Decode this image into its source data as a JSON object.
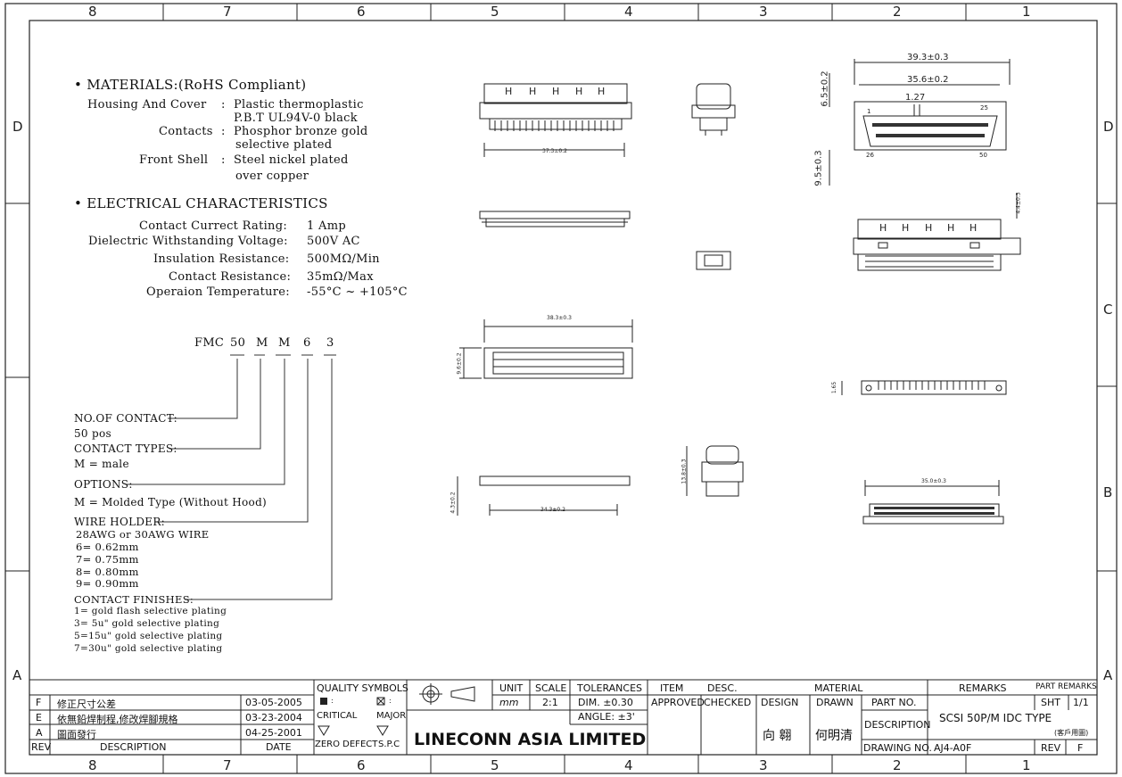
{
  "frame": {
    "col_labels": [
      "8",
      "7",
      "6",
      "5",
      "4",
      "3",
      "2",
      "1"
    ],
    "row_labels": [
      "D",
      "C",
      "B",
      "A"
    ]
  },
  "materials": {
    "heading": "MATERIALS:(RoHS Compliant)",
    "rows": [
      {
        "label": "Housing And Cover",
        "lines": [
          "Plastic thermoplastic",
          "P.B.T UL94V-0 black"
        ]
      },
      {
        "label": "Contacts",
        "lines": [
          "Phosphor bronze gold",
          "selective plated"
        ]
      },
      {
        "label": "Front Shell",
        "lines": [
          "Steel nickel plated",
          "over copper"
        ]
      }
    ]
  },
  "electrical": {
    "heading": "ELECTRICAL CHARACTERISTICS",
    "rows": [
      {
        "label": "Contact Currect Rating:",
        "value": "1 Amp"
      },
      {
        "label": "Dielectric Withstanding Voltage:",
        "value": "500V AC"
      },
      {
        "label": "Insulation Resistance:",
        "value": "500MΩ/Min"
      },
      {
        "label": "Contact Resistance:",
        "value": "35mΩ/Max"
      },
      {
        "label": "Operaion Temperature:",
        "value": "-55°C ~ +105°C"
      }
    ]
  },
  "part_code": {
    "prefix": "FMC",
    "parts": [
      "50",
      "M",
      "M",
      "6",
      "3"
    ]
  },
  "options": {
    "contact_no_label": "NO.OF CONTACT:",
    "contact_no_value": "50 pos",
    "contact_types_label": "CONTACT TYPES:",
    "contact_types_value": "M = male",
    "options_label": "OPTIONS:",
    "options_value": "M = Molded Type (Without Hood)",
    "wire_holder_label": "WIRE HOLDER:",
    "wire_holder_lines": [
      "28AWG or 30AWG WIRE",
      "6= 0.62mm",
      "7= 0.75mm",
      "8= 0.80mm",
      "9= 0.90mm"
    ],
    "finishes_label": "CONTACT FINISHES:",
    "finishes_lines": [
      "1= gold flash selective plating",
      "3= 5u\" gold selective plating",
      "5=15u\" gold selective plating",
      "7=30u\" gold selective plating"
    ]
  },
  "dimensions": {
    "top_len": "37.3±0.2",
    "mid_len": "38.3±0.3",
    "mid_h": "9.6±0.2",
    "bot_len": "34.3±0.2",
    "bot_h": "4.3±0.2",
    "side_h": "13.8±0.3",
    "r1": "39.3±0.3",
    "r2": "35.6±0.2",
    "pitch": "1.27",
    "r_h1": "6.5±0.2",
    "r_h2": "9.5±0.3",
    "pin_1": "1",
    "pin_25": "25",
    "pin_26": "26",
    "pin_50": "50",
    "r_side": "4.4±0.3",
    "r_bot": "35.0±0.3",
    "r_small": "1.65"
  },
  "title_block": {
    "revisions": [
      {
        "rev": "F",
        "desc": "修正尺寸公差",
        "date": "03-05-2005"
      },
      {
        "rev": "E",
        "desc": "依無鉛焊制程,修改焊腳規格",
        "date": "03-23-2004"
      },
      {
        "rev": "A",
        "desc": "圖面發行",
        "date": "04-25-2001"
      }
    ],
    "rev_header": "REV",
    "desc_header": "DESCRIPTION",
    "date_header": "DATE",
    "quality_symbols": "QUALITY SYMBOLS",
    "critical": "CRITICAL",
    "major": "MAJOR",
    "zero_defect": "ZERO DEFECT",
    "spc": "S.P.C",
    "unit_label": "UNIT",
    "unit_value": "mm",
    "scale_label": "SCALE",
    "scale_value": "2:1",
    "tolerances": "TOLERANCES",
    "dim_tol": "DIM. ±0.30",
    "angle_tol": "ANGLE: ±3'",
    "company": "LINECONN ASIA LIMITED",
    "item": "ITEM",
    "desc": "DESC.",
    "material": "MATERIAL",
    "remarks": "REMARKS",
    "part_remarks": "PART REMARKS",
    "approved": "APPROVED",
    "checked": "CHECKED",
    "design": "DESIGN",
    "drawn": "DRAWN",
    "part_no": "PART NO.",
    "sht_label": "SHT",
    "sht_value": "1/1",
    "designer": "向 翱",
    "drawer": "何明清",
    "description_label": "DESCRIPTION",
    "description_value": "SCSI 50P/M IDC TYPE",
    "customer_note": "(客戶用圖)",
    "drawing_no_label": "DRAWING NO.",
    "drawing_no_value": "AJ4-A0F",
    "rev_label": "REV",
    "rev_value": "F"
  }
}
